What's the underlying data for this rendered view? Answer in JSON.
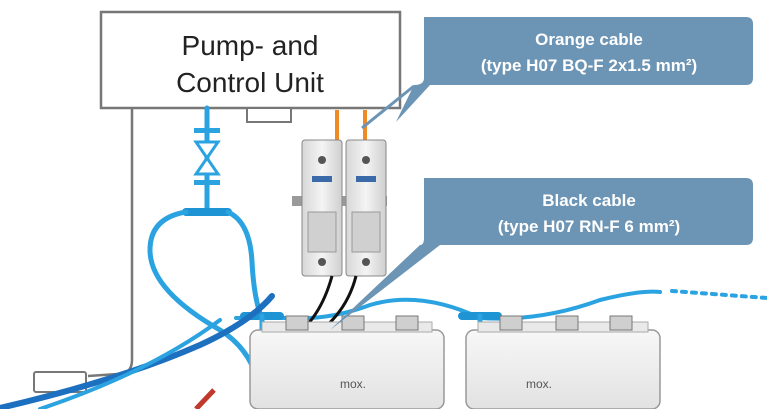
{
  "pump_unit": {
    "label_line1": "Pump- and",
    "label_line2": "Control Unit"
  },
  "callouts": [
    {
      "title": "Orange cable",
      "detail": "(type H07 BQ-F 2x1.5 mm²)"
    },
    {
      "title": "Black cable",
      "detail": "(type H07 RN-F 6 mm²)"
    }
  ],
  "battery_label": "mox.",
  "colors": {
    "callout_fill": "#6c94b4",
    "hose_blue": "#2aa3e0",
    "orange_cable": "#f08a24",
    "black_cable": "#111111",
    "battery_fill": "#f2f2f2",
    "fuse_fill": "#e8e8e8"
  }
}
